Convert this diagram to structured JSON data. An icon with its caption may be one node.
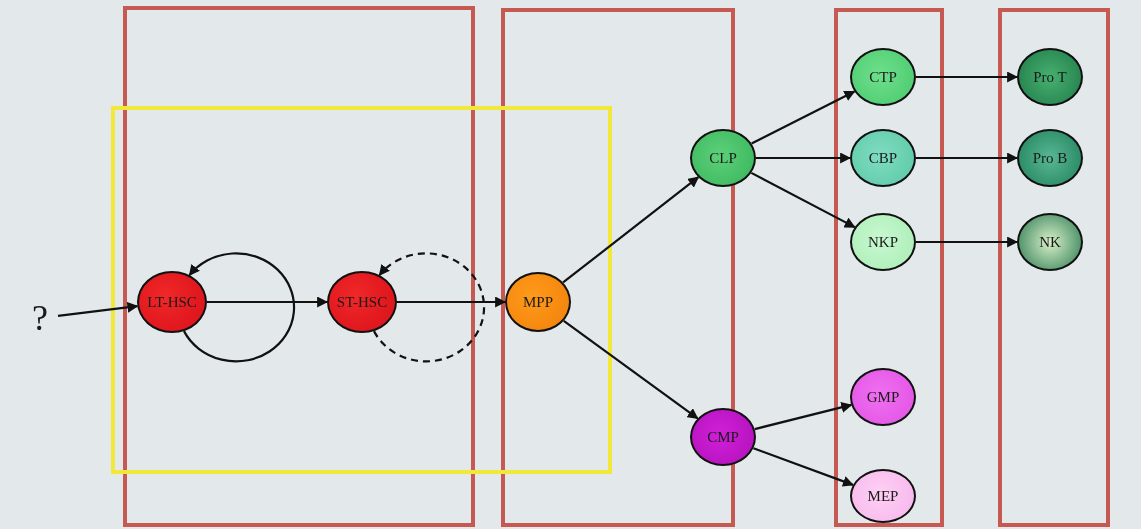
{
  "diagram": {
    "nodes": [
      {
        "text": [
          "?"
        ]
      },
      {
        "text": [
          "LT-HSC"
        ]
      },
      {
        "text": [
          "ST-HSC"
        ]
      },
      {
        "text": [
          "MPP"
        ]
      },
      {
        "text": [
          "CLP"
        ]
      },
      {
        "text": [
          "CMP"
        ]
      },
      {
        "text": [
          "CTP"
        ]
      },
      {
        "text": [
          "CBP"
        ]
      },
      {
        "text": [
          "NKP"
        ]
      },
      {
        "text": [
          "GMP"
        ]
      },
      {
        "text": [
          "MEP"
        ]
      },
      {
        "text": [
          "Pro T"
        ]
      },
      {
        "text": [
          "Pro B"
        ]
      },
      {
        "text": [
          "NK"
        ]
      }
    ],
    "edges": [
      {
        "from": 0,
        "to": 1,
        "arrow": "to"
      },
      {
        "from": 1,
        "to": 1,
        "arrow": "to"
      },
      {
        "from": 1,
        "to": 2,
        "arrow": "to"
      },
      {
        "from": 2,
        "to": 2,
        "arrow": "to",
        "style": "dashed"
      },
      {
        "from": 2,
        "to": 3,
        "arrow": "to"
      },
      {
        "from": 3,
        "to": 4,
        "arrow": "to"
      },
      {
        "from": 3,
        "to": 5,
        "arrow": "to"
      },
      {
        "from": 4,
        "to": 6,
        "arrow": "to"
      },
      {
        "from": 4,
        "to": 7,
        "arrow": "to"
      },
      {
        "from": 4,
        "to": 8,
        "arrow": "to"
      },
      {
        "from": 5,
        "to": 9,
        "arrow": "to"
      },
      {
        "from": 5,
        "to": 10,
        "arrow": "to"
      },
      {
        "from": 6,
        "to": 11,
        "arrow": "to"
      },
      {
        "from": 7,
        "to": 12,
        "arrow": "to"
      },
      {
        "from": 8,
        "to": 13,
        "arrow": "to"
      }
    ]
  }
}
